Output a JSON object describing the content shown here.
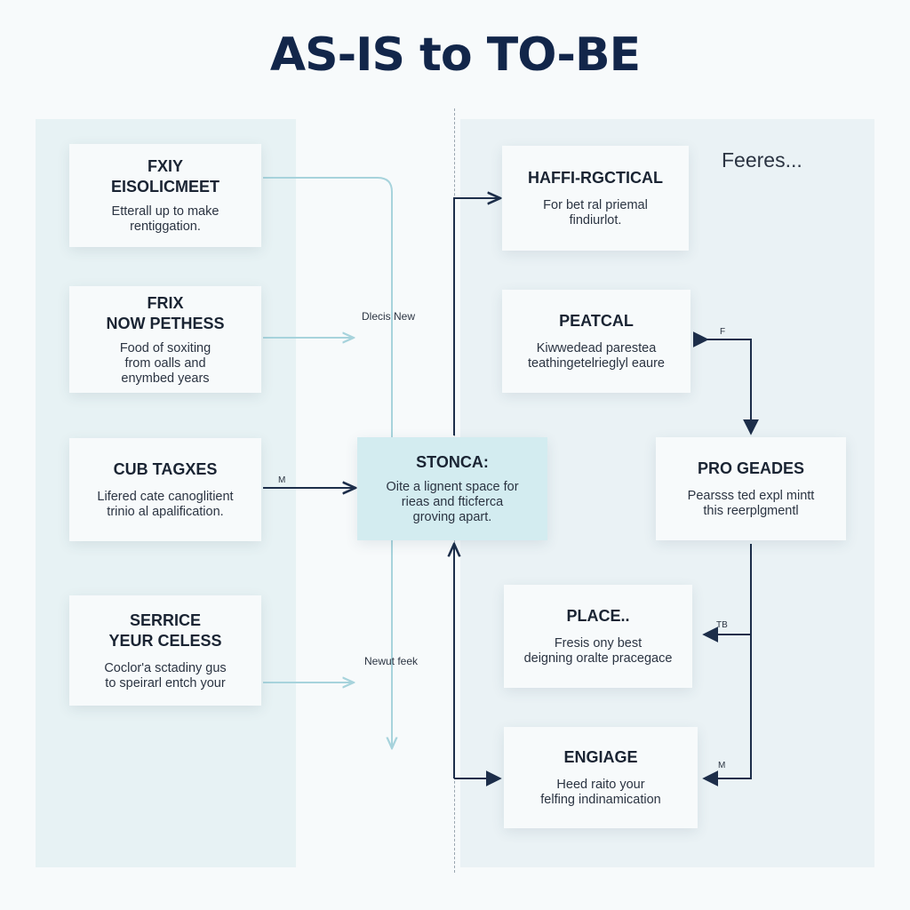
{
  "title": "AS-IS to TO-BE",
  "corner_label": "Feeres...",
  "as_is_cards": [
    {
      "title": "FXIY\nEISOLICMEET",
      "desc": "Etterall up to make\nrentiggation."
    },
    {
      "title": "FRIX\nNOW PETHESS",
      "desc": "Food of soxiting\nfrom oalls and\nenymbed years"
    },
    {
      "title": "CUB TAGXES",
      "desc": "Lifered cate canoglitient\ntrinio al apalification."
    },
    {
      "title": "SERRICE\nYEUR CELESS",
      "desc": "Coclor'a sctadiny gus\nto speirarl entch your"
    }
  ],
  "center_card": {
    "title": "STONCA:",
    "desc": "Oite a lignent space for\nrieas and fticferca\ngroving apart."
  },
  "to_be_cards": [
    {
      "title": "HAFFI-RGCTICAL",
      "desc": "For bet ral priemal\nfindiurlot."
    },
    {
      "title": "PEATCAL",
      "desc": "Kiwwedead parestea\nteathingetelrieglyl eaure"
    },
    {
      "title": "PRO GEADES",
      "desc": "Pearsss ted expl mintt\nthis reerplgmentl"
    },
    {
      "title": "PLACE..",
      "desc": "Fresis ony best\ndeigning oralte pracegace"
    },
    {
      "title": "ENGIAGE",
      "desc": "Heed raito your\nfelfing indinamication"
    }
  ],
  "connector_labels": {
    "upper": "Dlecis New",
    "lower": "Newut feek"
  },
  "small_marks": [
    "M",
    "F",
    "TB",
    "M"
  ],
  "colors": {
    "left_panel": "#e7f2f4",
    "right_panel": "#eaf2f5",
    "highlight_card": "#d3ecf0",
    "light_arrow": "#a7d3dc",
    "dark_arrow": "#1d2e4a",
    "title": "#12264a"
  }
}
